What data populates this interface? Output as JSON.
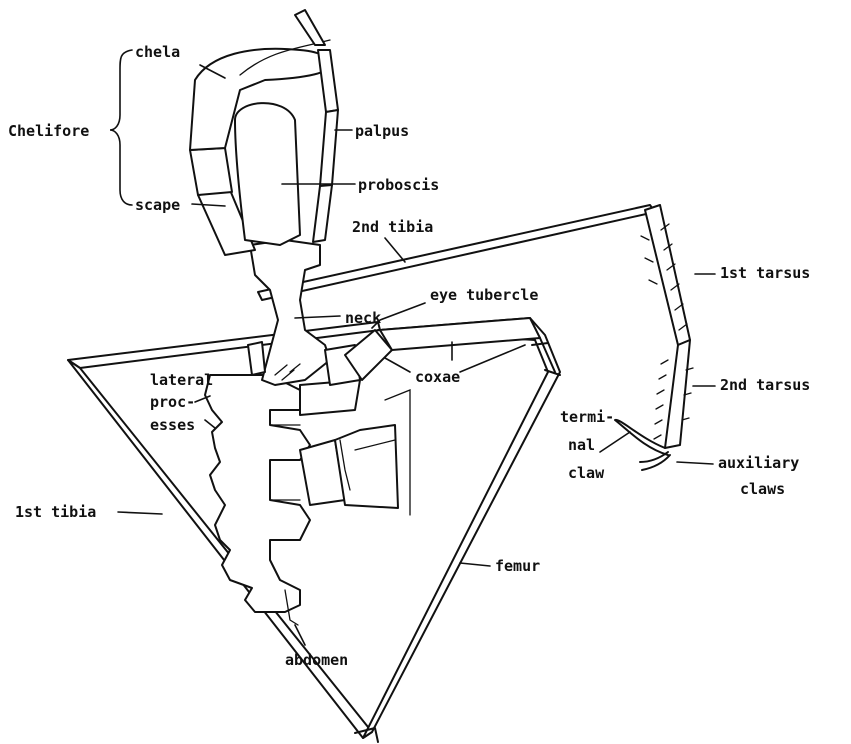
{
  "labels": {
    "chelifore": "Chelifore",
    "chela": "chela",
    "palpus": "palpus",
    "proboscis": "proboscis",
    "scape": "scape",
    "tibia2": "2nd tibia",
    "tarsus1": "1st tarsus",
    "eye_tubercle": "eye tubercle",
    "neck": "neck",
    "coxae": "coxae",
    "tarsus2": "2nd tarsus",
    "lateral_processes_1": "lateral",
    "lateral_processes_2": "proc-",
    "lateral_processes_3": "esses",
    "terminal_claw_1": "termi-",
    "terminal_claw_2": "nal",
    "terminal_claw_3": "claw",
    "auxiliary_claws_1": "auxiliary",
    "auxiliary_claws_2": "claws",
    "tibia1": "1st tibia",
    "femur": "femur",
    "abdomen": "abdomen"
  }
}
